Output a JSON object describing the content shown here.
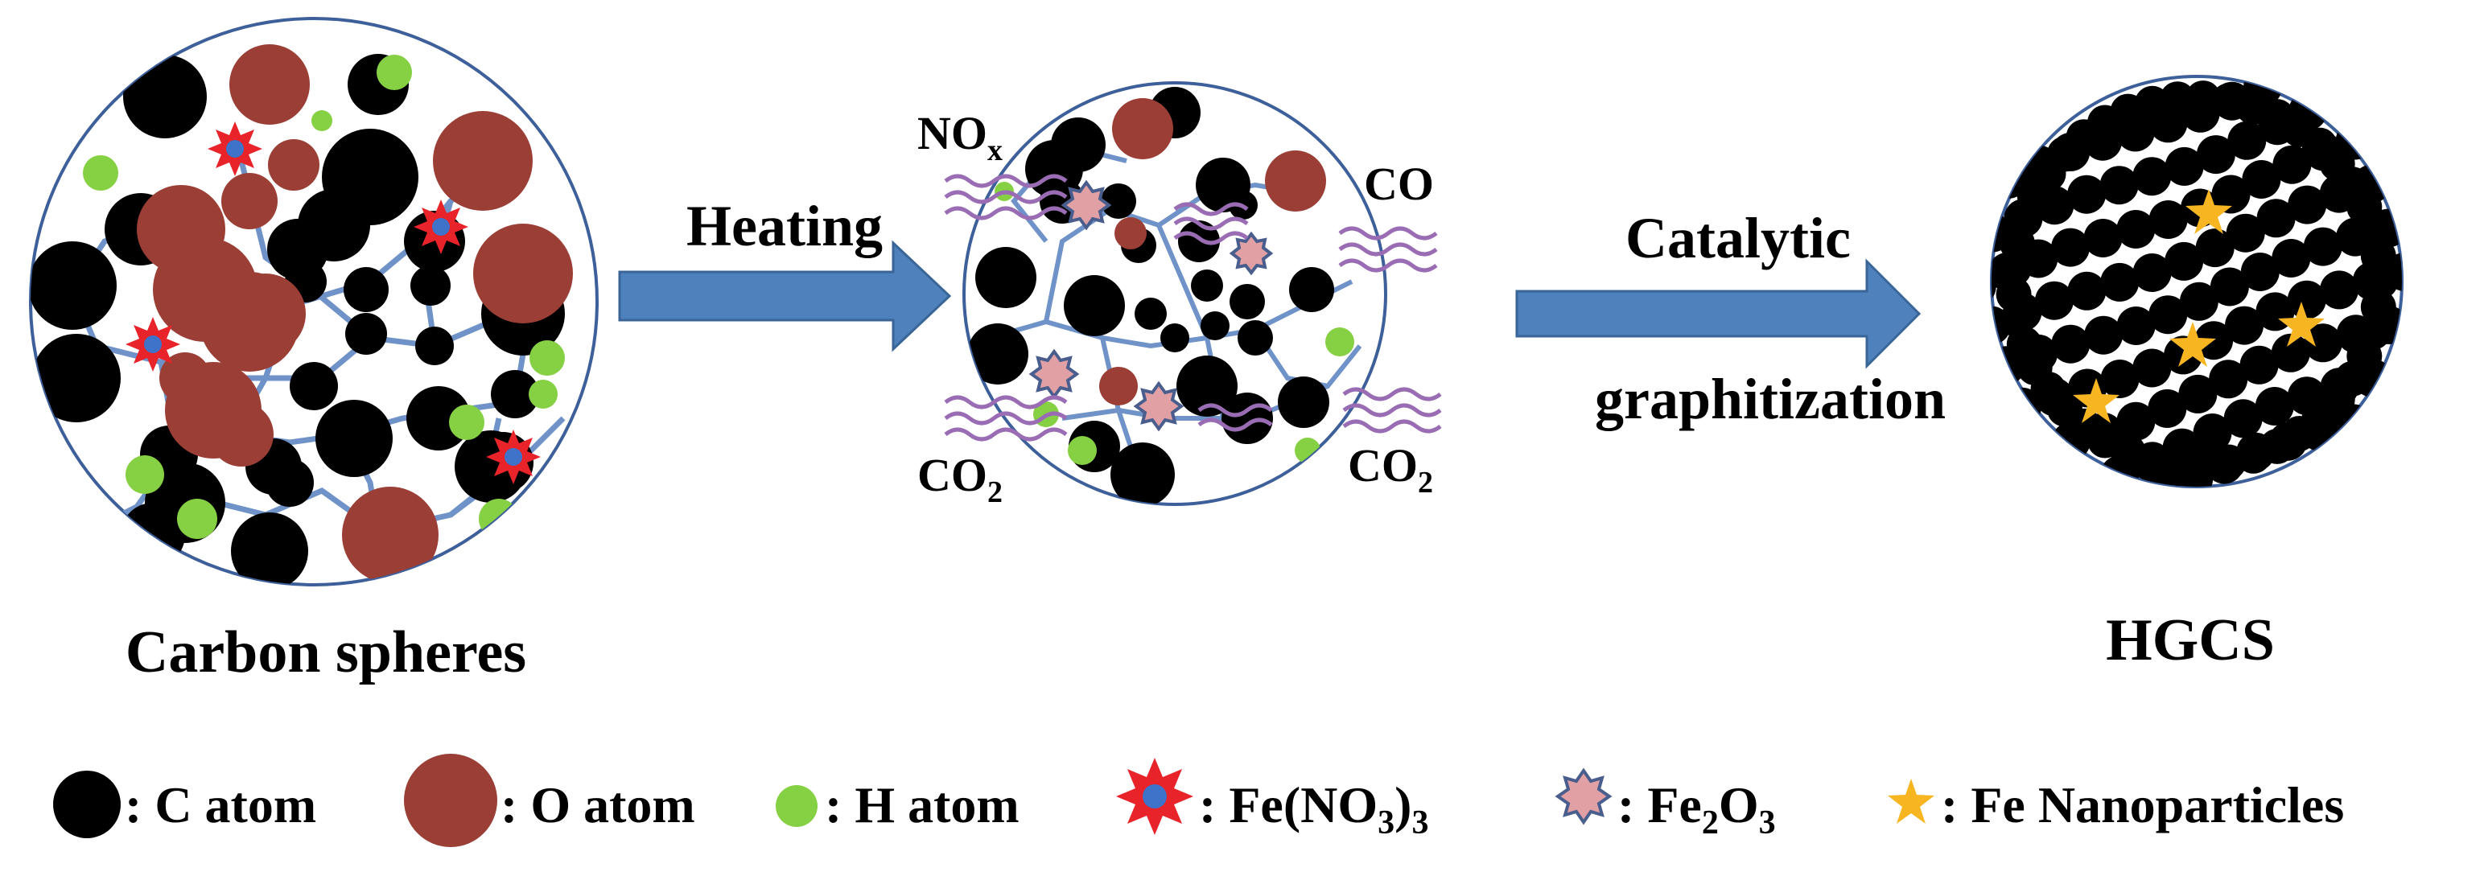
{
  "labels": {
    "carbon_spheres": "Carbon spheres",
    "heating": "Heating",
    "catalytic": "Catalytic",
    "graphitization": "graphitization",
    "hgcs": "HGCS",
    "no_x": "NO",
    "no_x_sub": "x",
    "co": "CO",
    "co2_left": "CO",
    "co2_left_sub": "2",
    "co2_right": "CO",
    "co2_right_sub": "2"
  },
  "legend": {
    "c_atom": ": C atom",
    "o_atom": ": O atom",
    "h_atom": ": H atom",
    "fe_nitrate_prefix": ": Fe(NO",
    "fe_nitrate_sub1": "3",
    "fe_nitrate_mid": ")",
    "fe_nitrate_sub2": "3",
    "fe2o3_prefix": ": Fe",
    "fe2o3_sub1": "2",
    "fe2o3_mid": "O",
    "fe2o3_sub2": "3",
    "fe_np": ": Fe Nanoparticles"
  },
  "colors": {
    "carbon": "#000000",
    "oxygen": "#9b3f36",
    "hydrogen": "#86d044",
    "fe_nitrate_star": "#e8232a",
    "fe_nitrate_core": "#3f72c9",
    "fe2o3_body": "#e0a0a4",
    "fe2o3_edge": "#4a5e8e",
    "fe_star": "#f7b521",
    "arrow": "#4f81bd",
    "arrow_edge": "#3a6597",
    "bond": "#6f93c9",
    "circle_outline": "#3d5f9a",
    "gas_wave": "#9a6cb4"
  }
}
